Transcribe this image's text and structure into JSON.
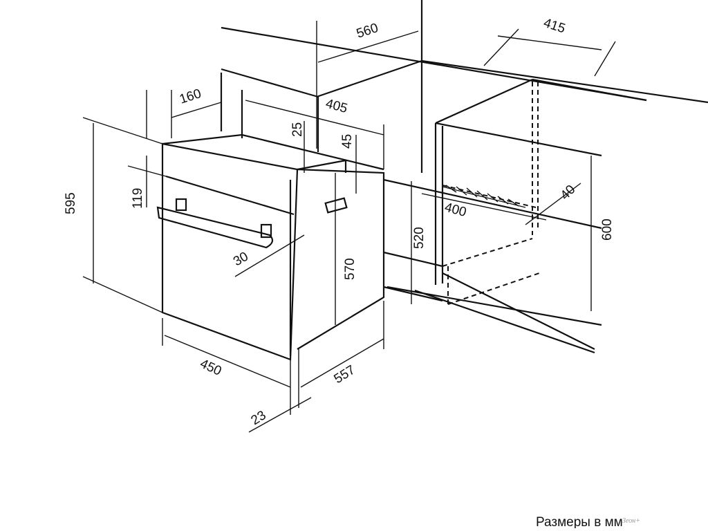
{
  "diagram": {
    "dimensions": {
      "countertop_depth": "560",
      "cabinet_width_top": "415",
      "rear_gap": "160",
      "top_depth": "405",
      "top_offset": "25",
      "side_offset": "45",
      "panel_height": "119",
      "oven_height": "595",
      "handle_depth": "30",
      "body_height": "570",
      "body_depth": "557",
      "front_width": "450",
      "door_thickness": "23",
      "niche_height": "520",
      "niche_width": "400",
      "vent_depth": "40",
      "cabinet_height": "600"
    },
    "caption": "Размеры в мм",
    "watermark": "Зеон+"
  }
}
